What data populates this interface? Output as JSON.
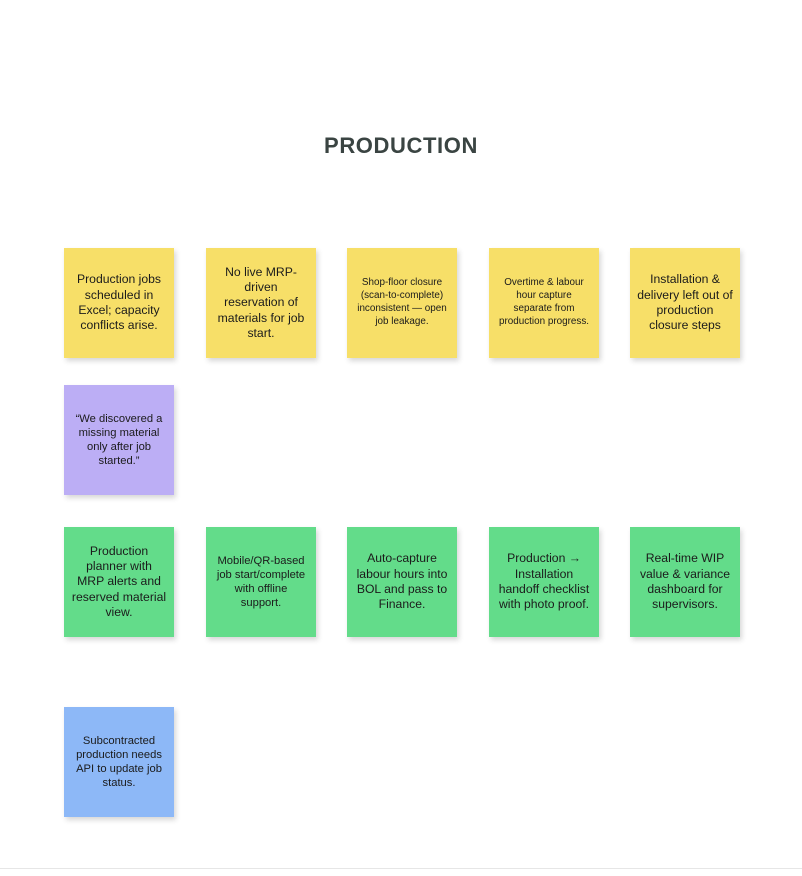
{
  "board": {
    "title": "PRODUCTION",
    "title_color": "#3a4442",
    "background_color": "#ffffff",
    "colors": {
      "pain_point": "#f7df68",
      "quote": "#bcaef5",
      "solution": "#63dc8a",
      "integration": "#8db8f7"
    },
    "rows": {
      "pain_points": [
        {
          "text": "Production jobs scheduled in Excel; capacity conflicts arise."
        },
        {
          "text": "No live MRP-driven reservation of materials for job start."
        },
        {
          "text": "Shop-floor closure (scan-to-complete) inconsistent — open job leakage."
        },
        {
          "text": "Overtime & labour hour capture separate from production progress."
        },
        {
          "text": "Installation & delivery left out of production closure steps"
        }
      ],
      "quotes": [
        {
          "text": "“We discovered a missing material only after job started.”"
        }
      ],
      "solutions": [
        {
          "text": "Production planner with MRP alerts and reserved material view."
        },
        {
          "text": "Mobile/QR-based job start/complete with offline support."
        },
        {
          "text": "Auto-capture labour hours into BOL and pass to Finance."
        },
        {
          "text": "Production → Installation handoff checklist with photo proof."
        },
        {
          "text": "Real-time WIP value & variance dashboard for supervisors."
        }
      ],
      "integrations": [
        {
          "text": "Subcontracted production needs API to update job status."
        }
      ]
    }
  }
}
